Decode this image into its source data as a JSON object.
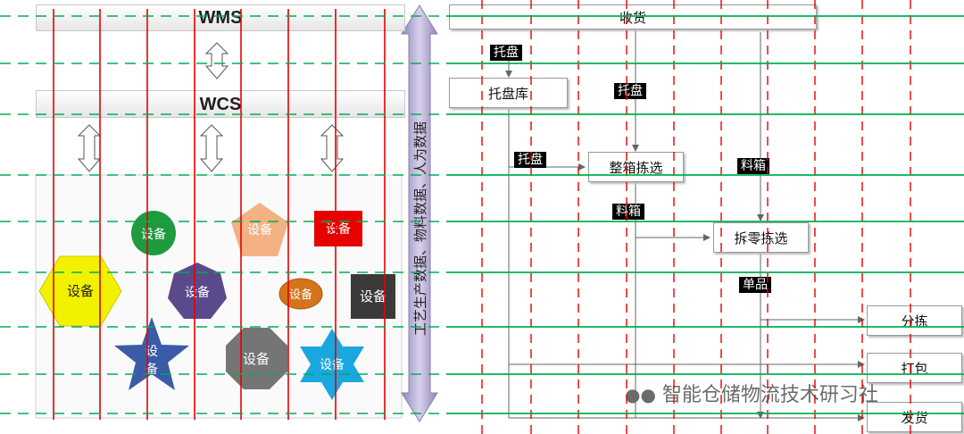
{
  "systems": {
    "wms": "WMS",
    "wcs": "WCS"
  },
  "device_label": "设备",
  "vertical_arrow_text": "工艺生产数据、物料数据、人为数据",
  "flow": {
    "receiving": "收货",
    "pallet_store": "托盘库",
    "full_case_picking": "整箱拣选",
    "split_picking": "拆零拣选",
    "sorting": "分拣",
    "packing": "打包",
    "shipping": "发货"
  },
  "tags": {
    "pallet": "托盘",
    "tote": "料箱",
    "single_item": "单品"
  },
  "watermark": "智能仓储物流技术研习社",
  "colors": {
    "device_green": "#1f9a3f",
    "device_orange_pentagon": "#f4b183",
    "device_red": "#e60000",
    "device_yellow": "#f2f200",
    "device_purple": "#5b4a8b",
    "device_orange_oval": "#d4751c",
    "device_dark": "#3a3a3a",
    "device_blue_star": "#3b5aa8",
    "device_gray": "#757575",
    "device_cyan": "#1aa7e0",
    "guide_red": "#e60000",
    "guide_green": "#00b050",
    "big_arrow": "#b4a7d6"
  }
}
